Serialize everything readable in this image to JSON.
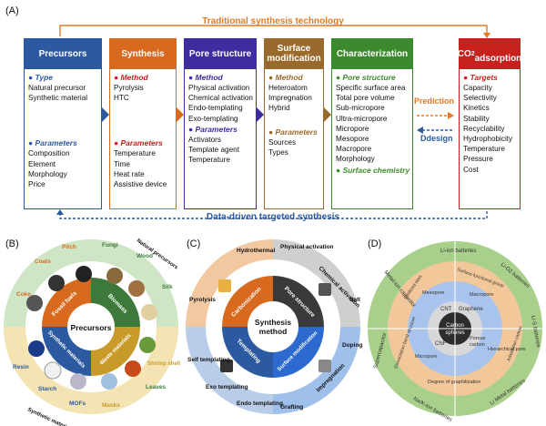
{
  "panel_a": {
    "label": "(A)",
    "top_title": "Traditional synthesis technology",
    "bottom_title": "Data-driven targeted synthesis",
    "prediction": "Prediction",
    "design": "Ddesign",
    "columns": [
      {
        "title": "Precursors",
        "color": "#2c5aa0",
        "sections": [
          {
            "heading": "Type",
            "items": [
              "Natural precursor",
              "Synthetic material"
            ]
          },
          {
            "heading": "Parameters",
            "items": [
              "Composition",
              "Element",
              "Morphology",
              "Price"
            ]
          }
        ]
      },
      {
        "title": "Synthesis",
        "color": "#d86a20",
        "sections": [
          {
            "heading": "Method",
            "items": [
              "Pyrolysis",
              "HTC"
            ]
          },
          {
            "heading": "Parameters",
            "items": [
              "Temperature",
              "Time",
              "Heat rate",
              "Assistive device"
            ]
          }
        ]
      },
      {
        "title": "Pore structure",
        "color": "#3f2ca0",
        "sections": [
          {
            "heading": "Method",
            "items": [
              "Physical activation",
              "Chemical activation",
              "Endo-templating",
              "Exo-templating"
            ]
          },
          {
            "heading": "Parameters",
            "items": [
              "Activators",
              "Template agent",
              "Temperature"
            ]
          }
        ]
      },
      {
        "title": "Surface modification",
        "color": "#9a6a2c",
        "sections": [
          {
            "heading": "Method",
            "items": [
              "Heteroatom",
              "Impregnation",
              "Hybrid"
            ]
          },
          {
            "heading": "Parameters",
            "items": [
              "Sources",
              "Types"
            ]
          }
        ]
      },
      {
        "title": "Characterization",
        "color": "#3d8a2e",
        "sections": [
          {
            "heading": "Pore structure",
            "items": [
              "Specific surface area",
              "Total pore volume",
              "Sub-micropore",
              "Ultra-micropore",
              "Micropore",
              "Mesopore",
              "Macropore",
              "Morphology"
            ]
          },
          {
            "heading": "Surface chemistry",
            "items": []
          }
        ]
      },
      {
        "title": "CO2 adsorption",
        "color": "#c8201c",
        "sections": [
          {
            "heading": "Targets",
            "items": [
              "Capacity",
              "Selectivity",
              "Kinetics",
              "Stability",
              "Recyclability",
              "Hydrophobicity",
              "Temperature",
              "Pressure",
              "Cost"
            ]
          }
        ]
      }
    ]
  },
  "panel_b": {
    "label": "(B)",
    "center": "Precursors",
    "middle": [
      "Fossil fuels",
      "Biomass",
      "Waste materials",
      "Synthetic materials"
    ],
    "outer": [
      "Coke",
      "Coals",
      "Pitch",
      "Fungi",
      "Wood",
      "Silk",
      "Leaves",
      "Shrimp shell",
      "Masks",
      "MOFs",
      "Starch",
      "Resin"
    ],
    "ring_labels": [
      "Natural precursors",
      "Synthetic materials"
    ]
  },
  "panel_c": {
    "label": "(C)",
    "center": "Synthesis method",
    "middle": [
      "Carbonization",
      "Pore structure",
      "Surface modification",
      "Templating"
    ],
    "outer": [
      "Hydrothermal",
      "Physical activation",
      "Chemical activation",
      "Salt",
      "Doping",
      "Impregnation",
      "Grafting",
      "Endo templating",
      "Exo templating",
      "Self templating",
      "Pyrolysis"
    ]
  },
  "panel_d": {
    "label": "(D)",
    "center": [
      "Carbon",
      "spheres"
    ],
    "inner": [
      "CNT",
      "Graphene",
      "Porous",
      "carbon",
      "CNF"
    ],
    "middle": [
      "Mesopore",
      "Macropore",
      "Hierarchical pore",
      "Micropore",
      "Degree of graphitization",
      "Dissociation bond structure",
      "Oxidized sites",
      "Surface functional group",
      "Adsorption carbon"
    ],
    "outer": [
      "Li-ion batteries",
      "Li-O2 batteries",
      "Li-S batteries",
      "Li Metal batteries",
      "Na/K-ion batteries",
      "Supercapacitor",
      "Metal-ion capacitor"
    ]
  },
  "colors": {
    "orange": "#e07a24",
    "blue": "#2c5aa0"
  }
}
